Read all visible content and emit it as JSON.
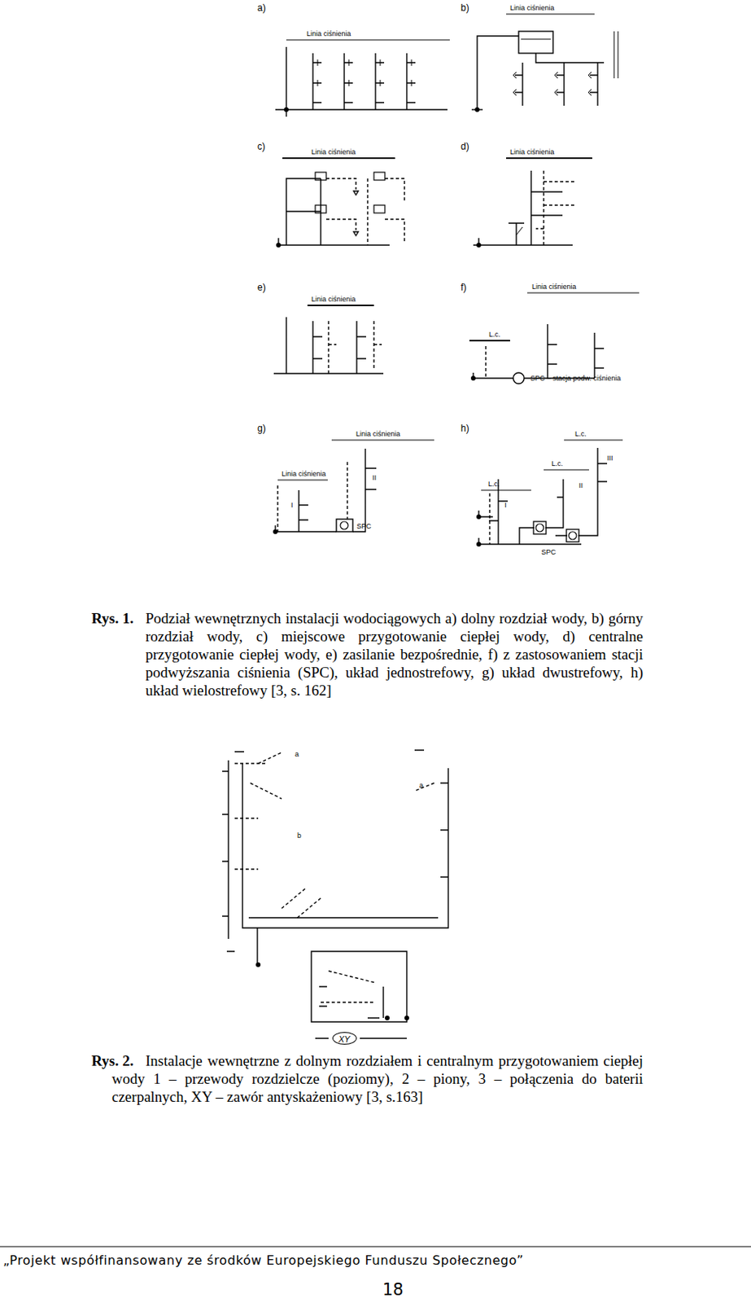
{
  "diagram": {
    "nodes": [
      {
        "text": [
          "XY"
        ]
      }
    ],
    "labels": [
      "a)",
      "Linia ciśnienia",
      "b)",
      "Linia ciśnienia",
      "c)",
      "Linia ciśnienia",
      "d)",
      "Linia ciśnienia",
      "e)",
      "Linia ciśnienia",
      "f)",
      "Linia ciśnienia",
      "L.c.",
      "SPC – stacja podw. ciśnienia",
      "g)",
      "Linia ciśnienia",
      "Linia ciśnienia",
      "I",
      "II",
      "SPC",
      "h)",
      "L.c.",
      "III",
      "L.c.",
      "II",
      "L.c.",
      "I",
      "SPC",
      "Rys. 1.",
      "Podział wewnętrznych instalacji wodociągowych a) dolny rozdział wody, b) górny rozdział wody, c) miejscowe przygotowanie ciepłej wody, d) centralne przygotowanie ciepłej wody, e) zasilanie bezpośrednie, f) z zastosowaniem stacji podwyższania ciśnienia (SPC), układ jednostrefowy, g) układ dwustrefowy, h) układ wielostrefowy [3, s. 162]",
      "a",
      "a",
      "b",
      "Rys. 2.",
      "Instalacje wewnętrzne z dolnym rozdziałem i centralnym przygotowaniem ciepłej wody 1 – przewody rozdzielcze (poziomy), 2 – piony, 3 – połączenia do baterii czerpalnych, XY – zawór antyskażeniowy [3, s.163]",
      "„Projekt współfinansowany ze środków Europejskiego Funduszu Społecznego”",
      "18"
    ]
  }
}
